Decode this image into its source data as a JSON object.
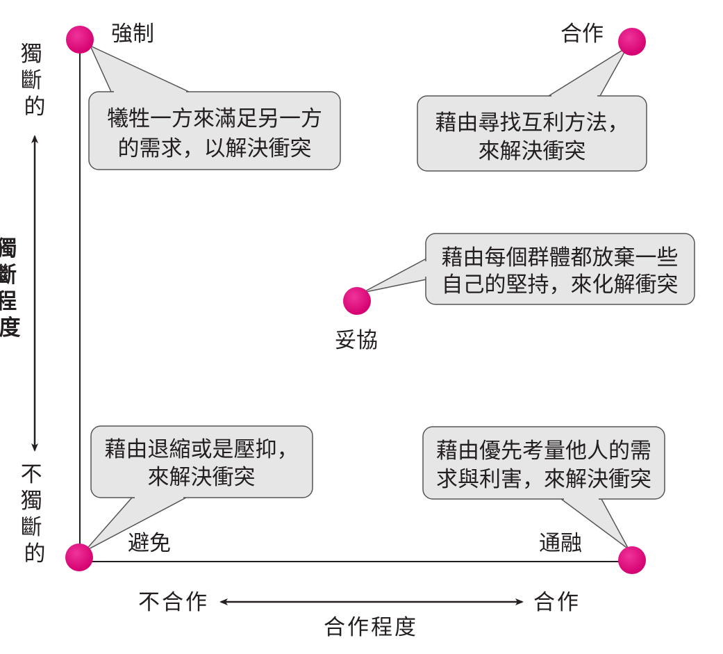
{
  "axes": {
    "y_title": "獨斷程度",
    "y_top": "獨斷的",
    "y_bottom": "不獨斷的",
    "x_title": "合作程度",
    "x_left": "不合作",
    "x_right": "合作"
  },
  "styles": {
    "name": "",
    "items": [
      {
        "name": "強制",
        "description": [
          "犧牲一方來滿足另一方",
          "的需求，以解決衝突"
        ]
      },
      {
        "name": "合作",
        "description": [
          "藉由尋找互利方法，",
          "來解決衝突"
        ]
      },
      {
        "name": "妥協",
        "description": [
          "藉由每個群體都放棄一些",
          "自己的堅持，來化解衝突"
        ]
      },
      {
        "name": "避免",
        "description": [
          "藉由退縮或是壓抑，",
          "來解決衝突"
        ]
      },
      {
        "name": "通融",
        "description": [
          "藉由優先考量他人的需",
          "求與利害，來解決衝突"
        ]
      }
    ]
  },
  "colors": {
    "dot": "#e6007e",
    "bubble_fill": "#e6e6e6",
    "bubble_stroke": "#555555",
    "line": "#231f20"
  }
}
